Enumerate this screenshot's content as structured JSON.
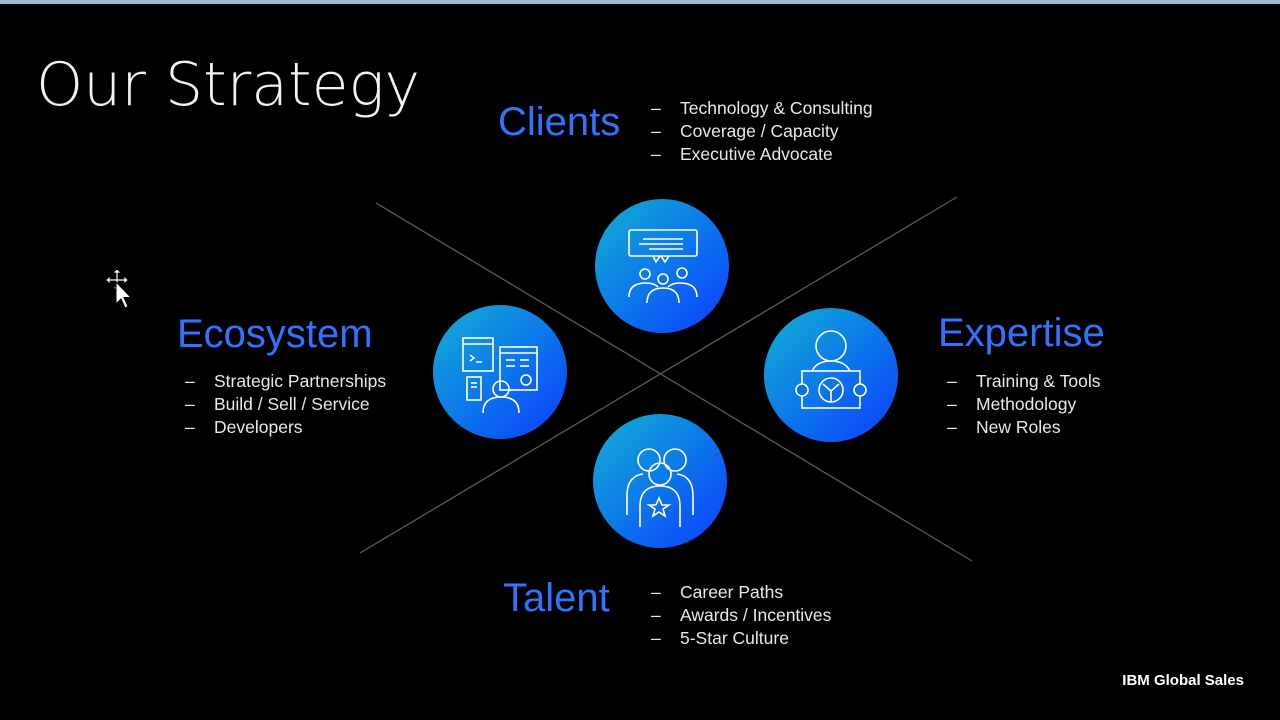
{
  "slide": {
    "title": "Our Strategy",
    "brand": "IBM Global Sales",
    "accent_color": "#2f73ff",
    "sections": {
      "clients": {
        "heading": "Clients",
        "items": [
          "Technology & Consulting",
          "Coverage / Capacity",
          "Executive Advocate"
        ],
        "icon": "audience-chat-icon"
      },
      "ecosystem": {
        "heading": "Ecosystem",
        "items": [
          "Strategic Partnerships",
          "Build / Sell / Service",
          "Developers"
        ],
        "icon": "developer-apps-icon"
      },
      "expertise": {
        "heading": "Expertise",
        "items": [
          "Training & Tools",
          "Methodology",
          "New Roles"
        ],
        "icon": "presenter-icon"
      },
      "talent": {
        "heading": "Talent",
        "items": [
          "Career Paths",
          "Awards / Incentives",
          "5-Star Culture"
        ],
        "icon": "team-star-icon"
      }
    }
  }
}
